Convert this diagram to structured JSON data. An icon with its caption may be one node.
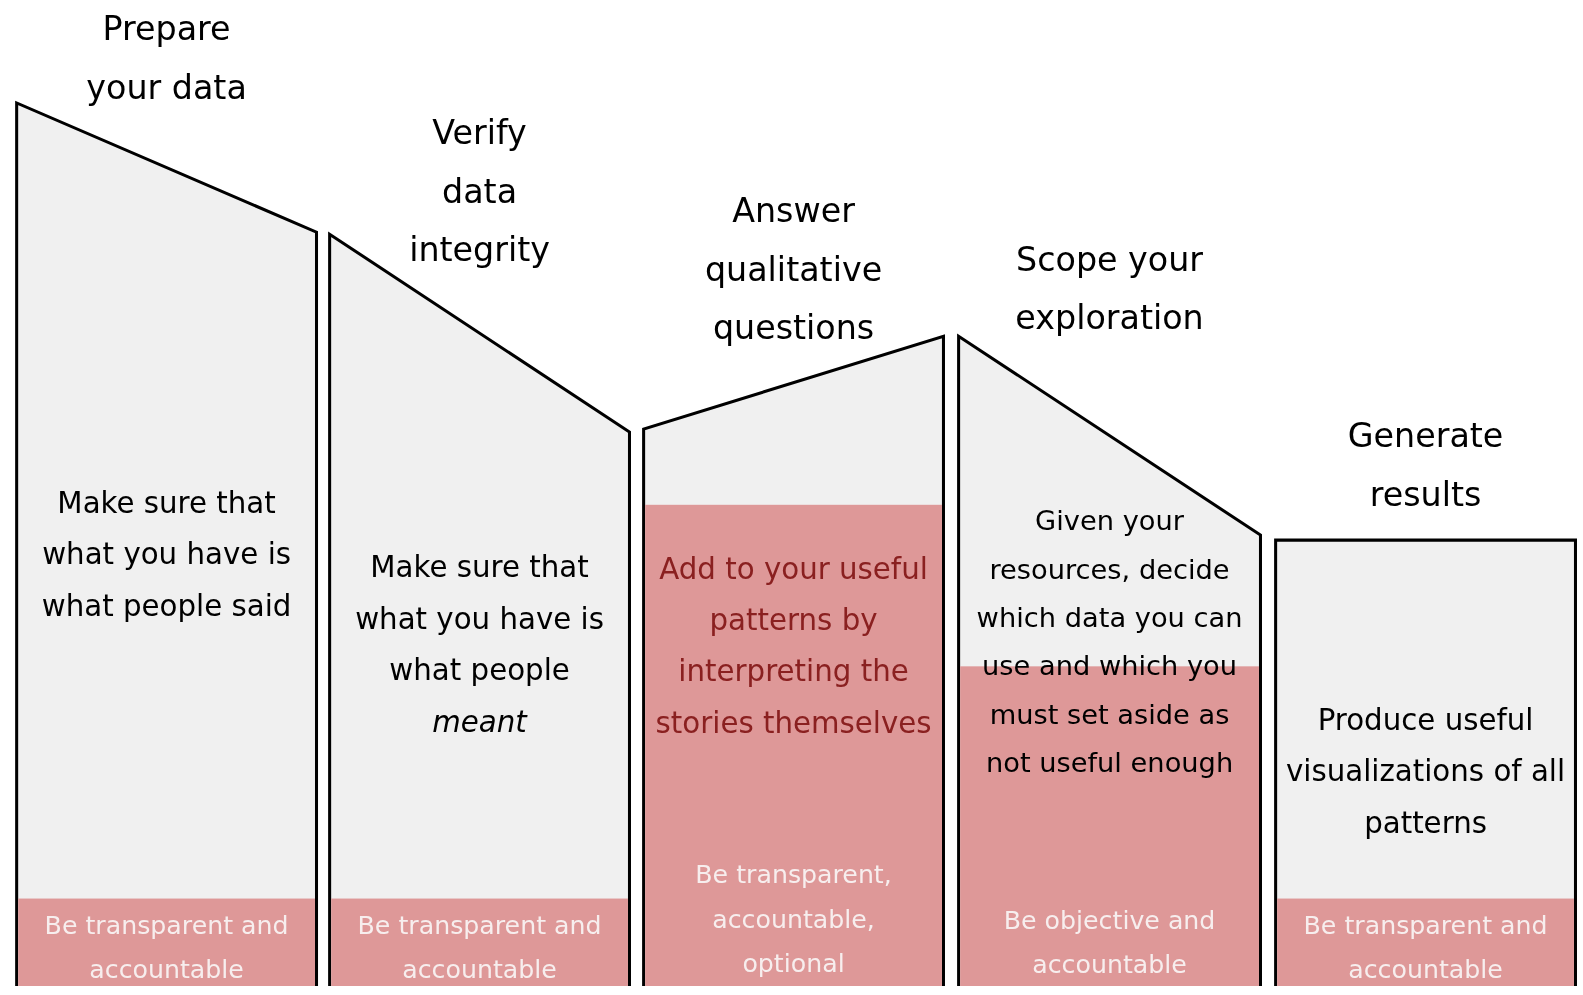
{
  "diagram": {
    "nodes": [
      {
        "text": [
          "Prepare your data",
          "Make sure that what you have is what people said"
        ]
      },
      {
        "text": [
          "Be transparent and accountable"
        ],
        "in": 0
      },
      {
        "text": [
          "Verify data integrity",
          "Make sure that what you have is what people *meant*"
        ]
      },
      {
        "text": [
          "Be transparent and accountable"
        ],
        "in": 2
      },
      {
        "text": [
          "Answer qualitative questions"
        ]
      },
      {
        "text": [
          "Add to your useful patterns by interpreting the stories themselves",
          "Be transparent, accountable, optional"
        ],
        "in": 4
      },
      {
        "text": [
          "Scope your exploration",
          "Given your resources, decide which data you can use and which you must set aside as not useful enough"
        ]
      },
      {
        "text": [
          "Be objective and accountable"
        ],
        "in": 6
      },
      {
        "text": [
          "Generate results",
          "Produce useful visualizations of all patterns"
        ]
      },
      {
        "text": [
          "Be transparent and accountable"
        ],
        "in": 8
      }
    ]
  }
}
